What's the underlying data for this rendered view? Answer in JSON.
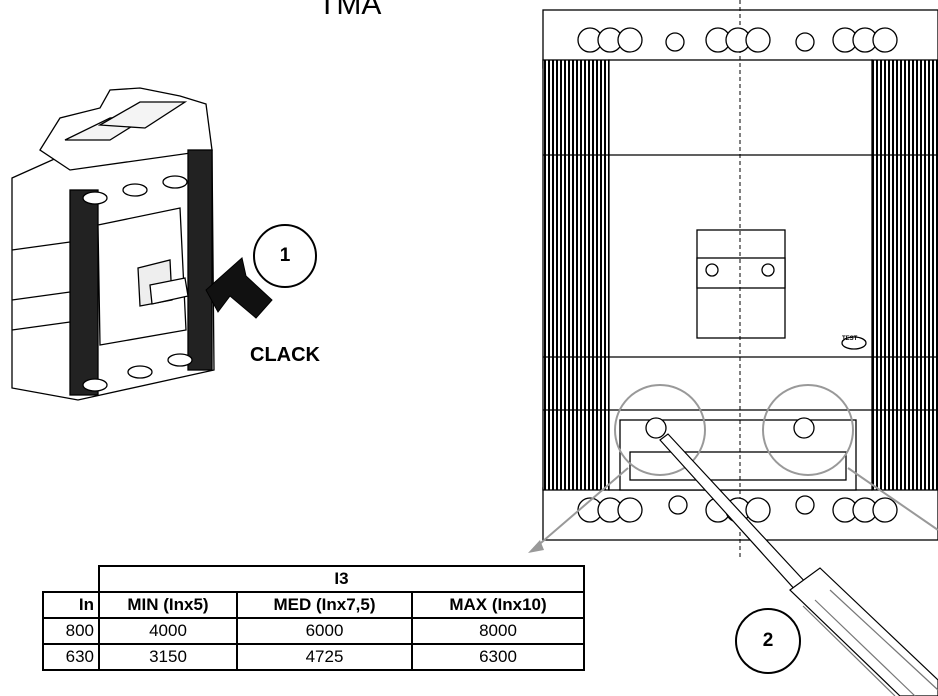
{
  "title": "TMA",
  "steps": {
    "step1": "1",
    "step2": "2"
  },
  "clack_label": "CLACK",
  "test_label": "TEST",
  "table": {
    "group_header": "I3",
    "columns": [
      "In",
      "MIN (Inx5)",
      "MED (Inx7,5)",
      "MAX (Inx10)"
    ],
    "rows": [
      [
        "800",
        "4000",
        "6000",
        "8000"
      ],
      [
        "630",
        "3150",
        "4725",
        "6300"
      ]
    ]
  }
}
